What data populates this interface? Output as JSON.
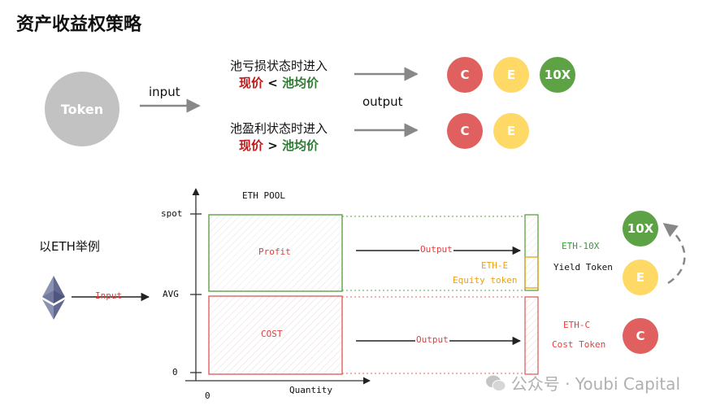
{
  "title": "资产收益权策略",
  "top": {
    "token_label": "Token",
    "input_label": "input",
    "output_label": "output",
    "loss_state": {
      "title": "池亏损状态时进入",
      "left": "现价",
      "op": "<",
      "right": "池均价"
    },
    "profit_state": {
      "title": "池盈利状态时进入",
      "left": "现价",
      "op": ">",
      "right": "池均价"
    },
    "row1_circles": [
      "C",
      "E",
      "10X"
    ],
    "row2_circles": [
      "C",
      "E"
    ]
  },
  "bottom": {
    "example_label": "以ETH举例",
    "input_label": "Input",
    "pool_title": "ETH POOL",
    "y_ticks": [
      "spot",
      "AVG",
      "0"
    ],
    "x_zero": "0",
    "x_label": "Quantity",
    "profit_label": "Profit",
    "cost_label": "COST",
    "output_label_1": "Output",
    "output_label_2": "Output",
    "eth_e_label": "ETH-E",
    "equity_token_label": "Equity token",
    "eth_10x_label": "ETH-10X",
    "yield_token_label": "Yield Token",
    "eth_c_label": "ETH-C",
    "cost_token_label": "Cost Token",
    "circle_10x": "10X",
    "circle_e": "E",
    "circle_c": "C"
  },
  "watermark": "公众号 · Youbi Capital",
  "colors": {
    "red": "#e06060",
    "yellow": "#ffd966",
    "green": "#5da245",
    "gray": "#c2c2c2",
    "orange": "#e8a21a"
  }
}
